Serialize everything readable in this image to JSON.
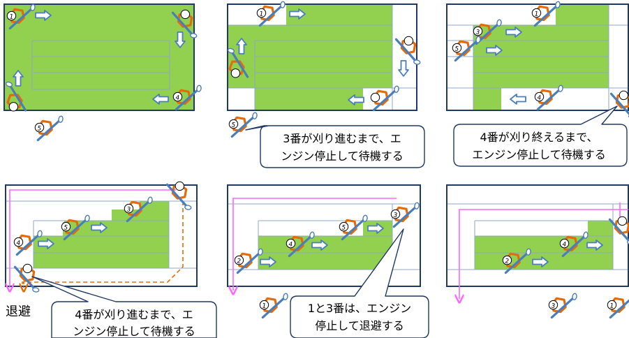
{
  "callouts": {
    "wait_for_no3": [
      "3番が刈り進むまで、エ",
      "ンジン停止して待機する"
    ],
    "wait_for_no4_finish": [
      "4番が刈り終えるまで、",
      "エンジン停止して待機する"
    ],
    "wait_for_no4_advance": [
      "4番が刈り進むまで、エ",
      "ンジン停止して待機する"
    ],
    "no1_no3_evacuate": [
      "1と3番は、エンジン",
      "停止して退避する"
    ]
  },
  "side_label": "退避",
  "markers": {
    "no1": "1",
    "no2": "2",
    "no3": "3",
    "no4": "4",
    "no5": "5"
  },
  "colors": {
    "field_green": "#92d050",
    "field_border": "#1f3864",
    "grid_line": "#8ea9c8",
    "arrow_blue": "#4a7ebb",
    "operator_orange": "#e36c0a",
    "evacuation_path": "#ff66ff",
    "return_path": "#e36c0a"
  },
  "icons": {
    "operator": "brushcutter-operator-icon",
    "direction": "direction-arrow-icon"
  }
}
